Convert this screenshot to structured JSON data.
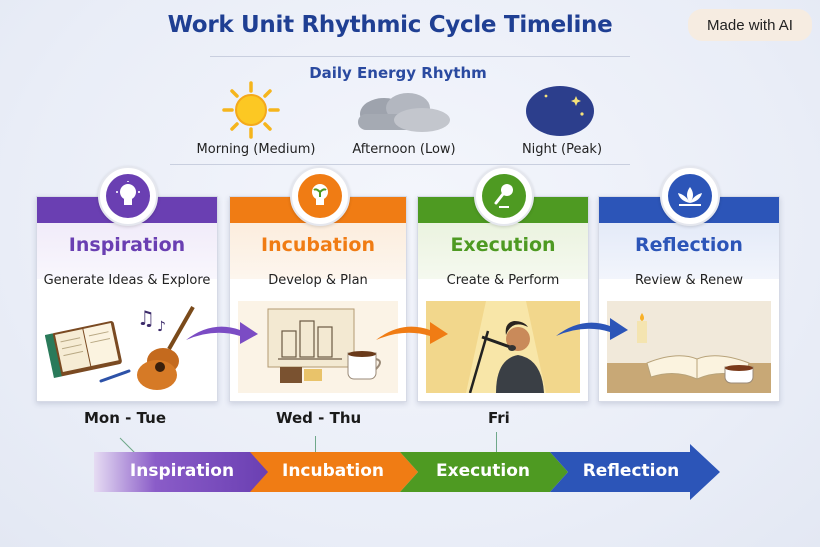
{
  "title": "Work Unit Rhythmic Cycle Timeline",
  "badge": "Made with AI",
  "energy": {
    "title": "Daily Energy Rhythm",
    "items": [
      {
        "label": "Morning (Medium)",
        "icon": "sun-icon"
      },
      {
        "label": "Afternoon (Low)",
        "icon": "cloud-icon"
      },
      {
        "label": "Night (Peak)",
        "icon": "moon-icon"
      }
    ]
  },
  "stages": [
    {
      "title": "Inspiration",
      "subtitle": "Generate Ideas & Explore",
      "color": "#6a3fb2",
      "icon": "lightbulb-icon",
      "illustration": "notebook-guitar-illustration"
    },
    {
      "title": "Incubation",
      "subtitle": "Develop & Plan",
      "color": "#f07c14",
      "icon": "sprouting-bulb-icon",
      "illustration": "sketch-coffee-illustration"
    },
    {
      "title": "Execution",
      "subtitle": "Create & Perform",
      "color": "#4e9a22",
      "icon": "microphone-icon",
      "illustration": "performer-illustration"
    },
    {
      "title": "Reflection",
      "subtitle": "Review & Renew",
      "color": "#2c55b8",
      "icon": "lotus-icon",
      "illustration": "book-tea-illustration"
    }
  ],
  "days": [
    "Mon - Tue",
    "Wed - Thu",
    "Fri"
  ],
  "timeline": [
    "Inspiration",
    "Incubation",
    "Execution",
    "Reflection"
  ],
  "colors": {
    "title": "#1f3f93",
    "inspiration": "#6a3fb2",
    "incubation": "#f07c14",
    "execution": "#4e9a22",
    "reflection": "#2c55b8"
  }
}
